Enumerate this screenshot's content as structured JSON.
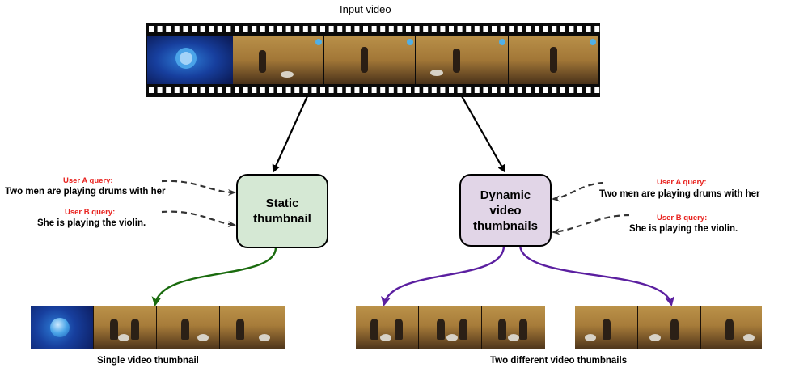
{
  "input_title": "Input video",
  "static_box": {
    "line1": "Static",
    "line2": "thumbnail"
  },
  "dynamic_box": {
    "line1": "Dynamic",
    "line2": "video",
    "line3": "thumbnails"
  },
  "left_queries": {
    "a_head": "User A query:",
    "a_text": "Two men are playing drums with her",
    "b_head": "User B query:",
    "b_text": "She is playing the violin."
  },
  "right_queries": {
    "a_head": "User A query:",
    "a_text": "Two men are playing drums with her",
    "b_head": "User B query:",
    "b_text": "She is playing the violin."
  },
  "captions": {
    "single": "Single video thumbnail",
    "two": "Two different video thumbnails"
  },
  "colors": {
    "static_fill": "#d5e8d4",
    "dynamic_fill": "#e1d5e7",
    "green_arrow": "#1a6b0e",
    "purple_arrow": "#5b1fa0",
    "query_red": "#e8231f"
  }
}
